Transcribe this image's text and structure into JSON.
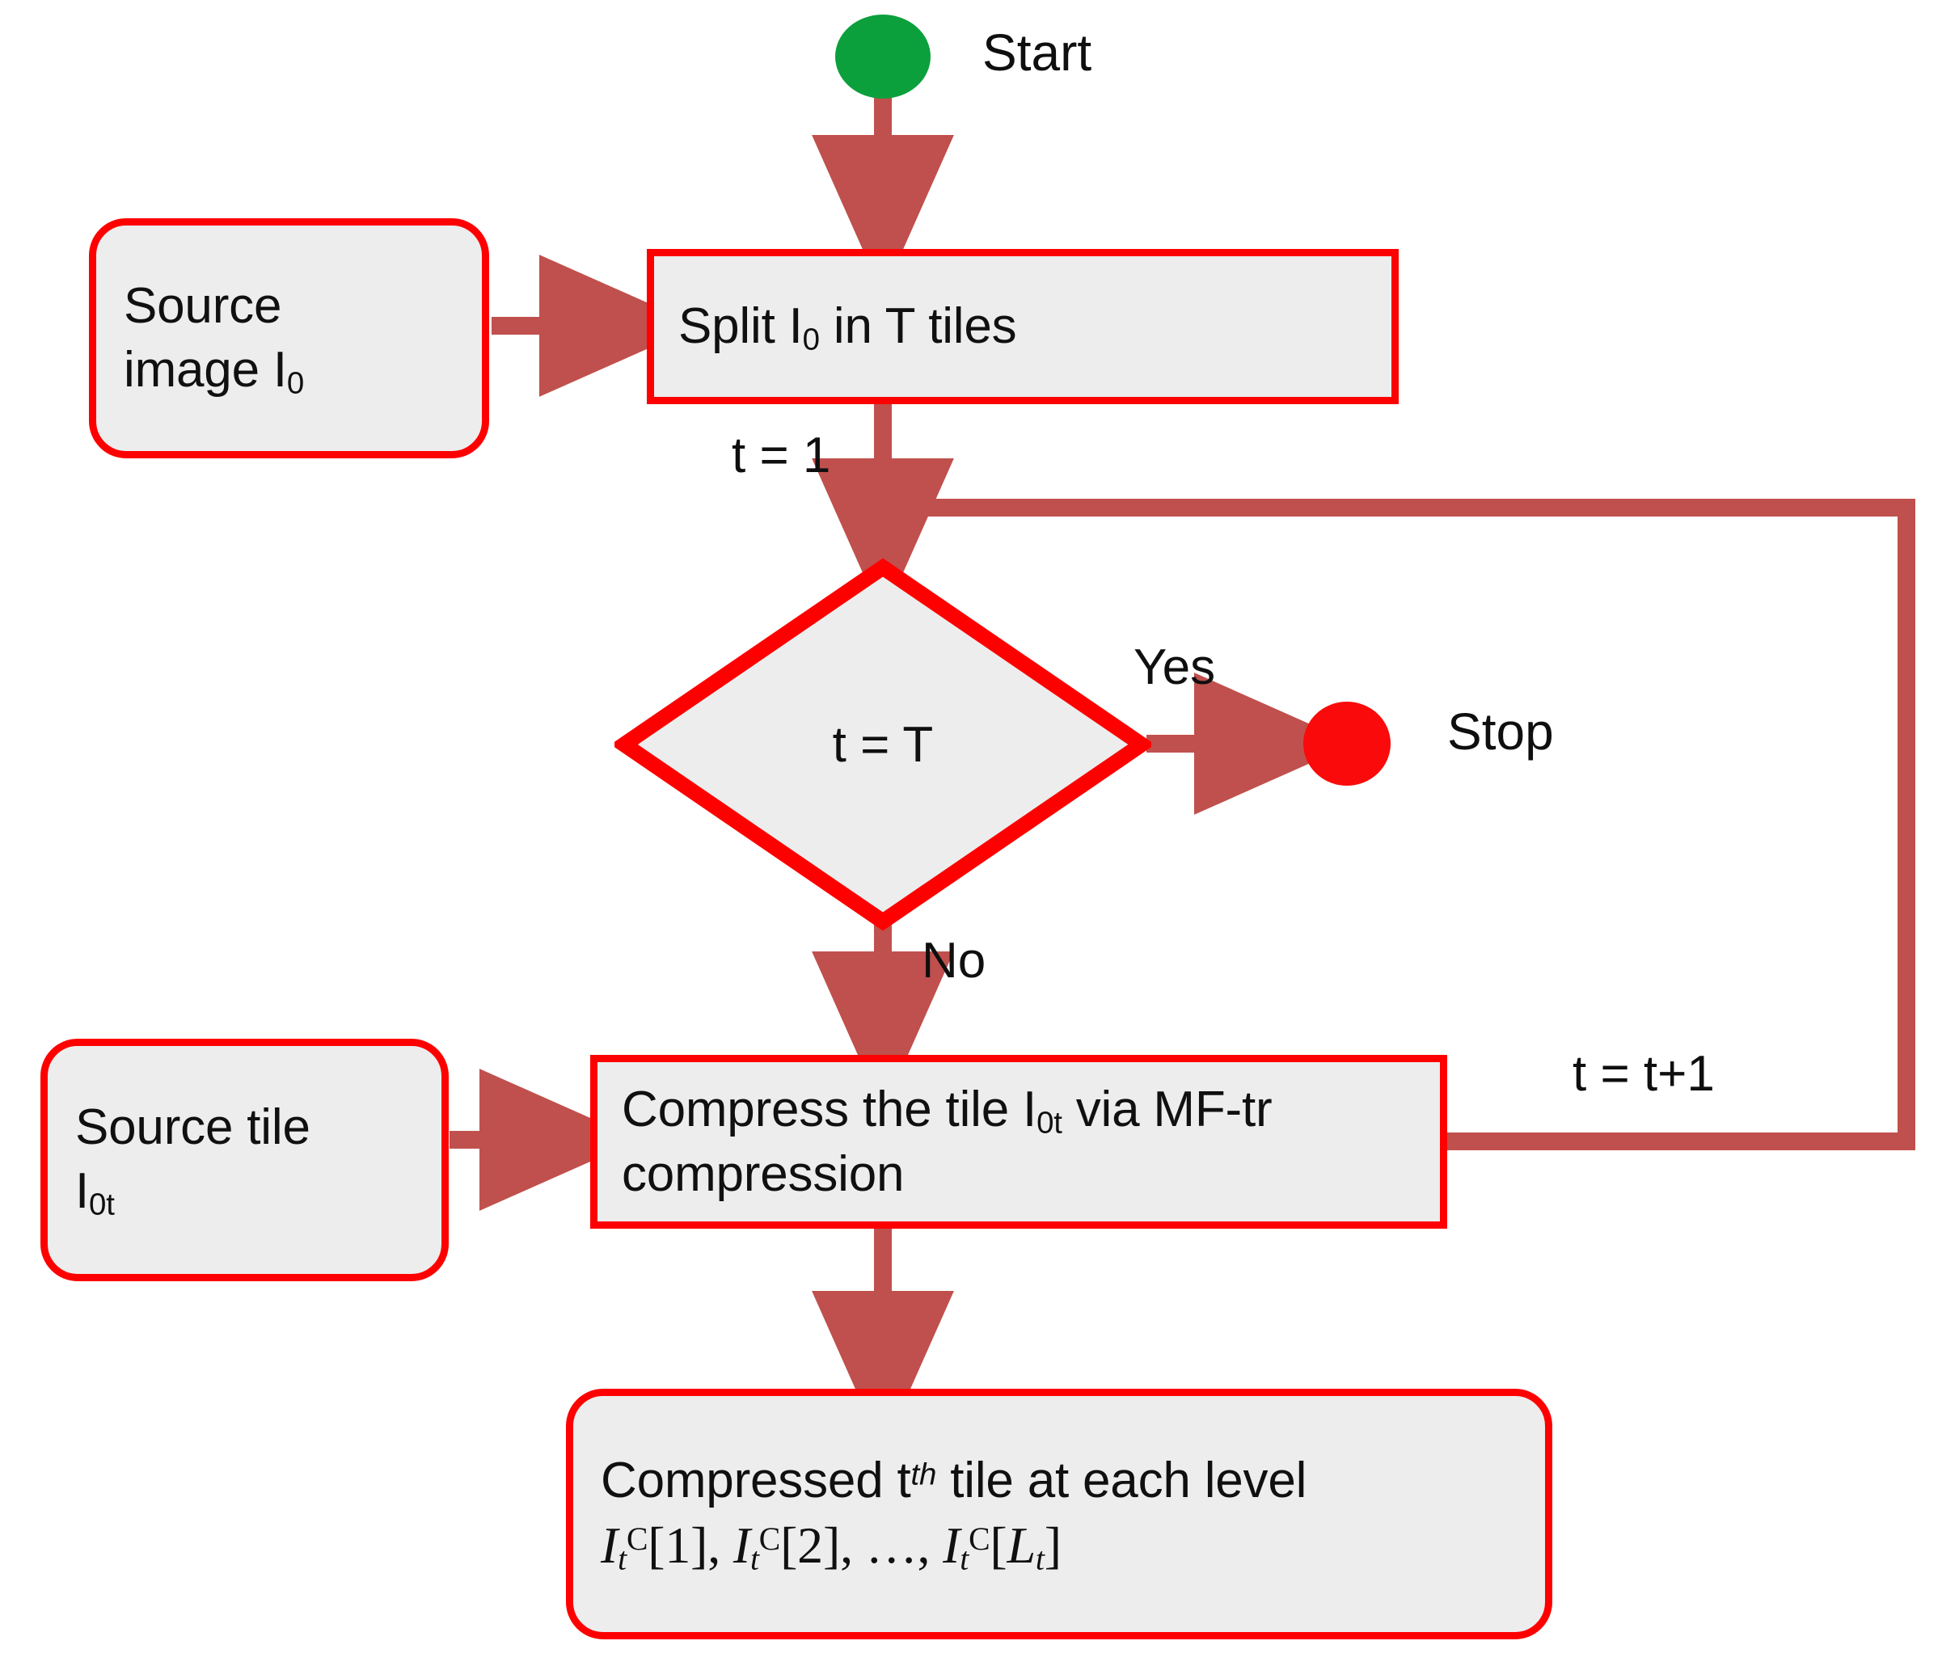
{
  "diagram": {
    "title": "Tile-based MF-tr image compression flowchart",
    "colors": {
      "node_border": "#FF0000",
      "node_fill": "#EDEDED",
      "connector": "#C0504D",
      "start_terminator": "#0BA03C",
      "stop_terminator": "#FA0A0A",
      "text": "#101010",
      "background": "#FFFFFF"
    },
    "terminators": [
      {
        "id": "start",
        "label": "Start",
        "color": "#0BA03C",
        "shape": "circle"
      },
      {
        "id": "stop",
        "label": "Stop",
        "color": "#FA0A0A",
        "shape": "circle"
      }
    ],
    "nodes": [
      {
        "id": "source-image",
        "shape": "rounded-rectangle",
        "line1": "Source",
        "line2_pre": "image I",
        "line2_sub": "0"
      },
      {
        "id": "split-tiles",
        "shape": "rectangle",
        "pre": "Split I",
        "sub": "0",
        "post": " in T tiles"
      },
      {
        "id": "decision",
        "shape": "diamond",
        "text": "t = T"
      },
      {
        "id": "source-tile",
        "shape": "rounded-rectangle",
        "line1": "Source  tile",
        "line2_pre": "I",
        "line2_sub": "0t"
      },
      {
        "id": "compress-tile",
        "shape": "rectangle",
        "pre": "Compress the tile I",
        "sub": "0t",
        "post": " via MF-tr compression"
      },
      {
        "id": "compressed-output",
        "shape": "rounded-rectangle",
        "line1_pre": "Compressed t",
        "line1_sup": "th",
        "line1_post": " tile at each level",
        "formula": "I_t^C[1], I_t^C[2], ..., I_t^C[L_t]"
      }
    ],
    "edges": [
      {
        "id": "start-to-split",
        "label": ""
      },
      {
        "id": "source-image-to-split",
        "label": ""
      },
      {
        "id": "split-to-decision",
        "label": "t = 1"
      },
      {
        "id": "decision-yes-to-stop",
        "label": "Yes"
      },
      {
        "id": "decision-no-to-compress",
        "label": "No"
      },
      {
        "id": "source-tile-to-compress",
        "label": ""
      },
      {
        "id": "compress-to-output",
        "label": ""
      },
      {
        "id": "compress-loopback-to-decision",
        "label": "t = t+1"
      }
    ]
  }
}
